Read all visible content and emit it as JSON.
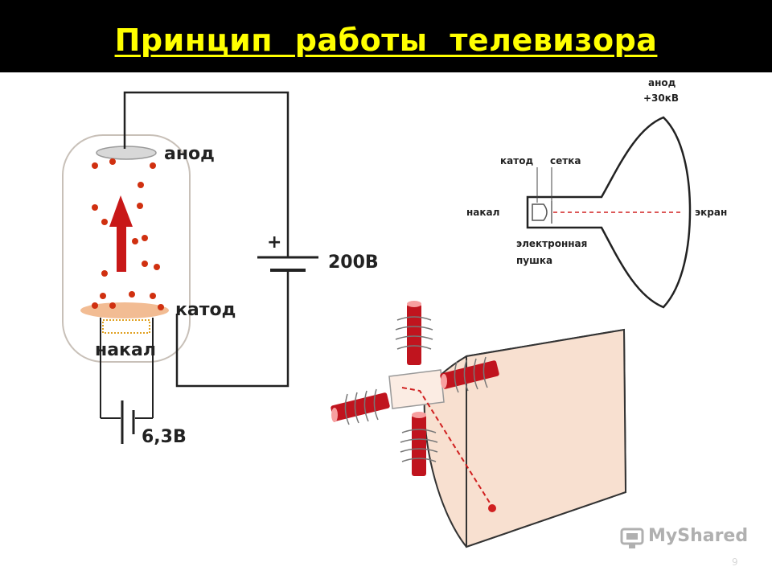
{
  "title": "Принцип  работы  телевизора",
  "tube_diagram": {
    "anode": "анод",
    "cathode": "катод",
    "heater": "накал",
    "plus": "+",
    "voltage_high": "200В",
    "voltage_low": "6,3В"
  },
  "crt_diagram": {
    "anode_line1": "анод",
    "anode_line2": "+30кВ",
    "cathode": "катод",
    "grid": "сетка",
    "heater": "накал",
    "screen": "экран",
    "gun_line1": "электронная",
    "gun_line2": "пушка"
  },
  "watermark": "MyShared",
  "page_number": "9",
  "colors": {
    "title": "#ffff00",
    "electron": "#d03010",
    "coil": "#c0141e",
    "screen": "#f8e0d0"
  }
}
